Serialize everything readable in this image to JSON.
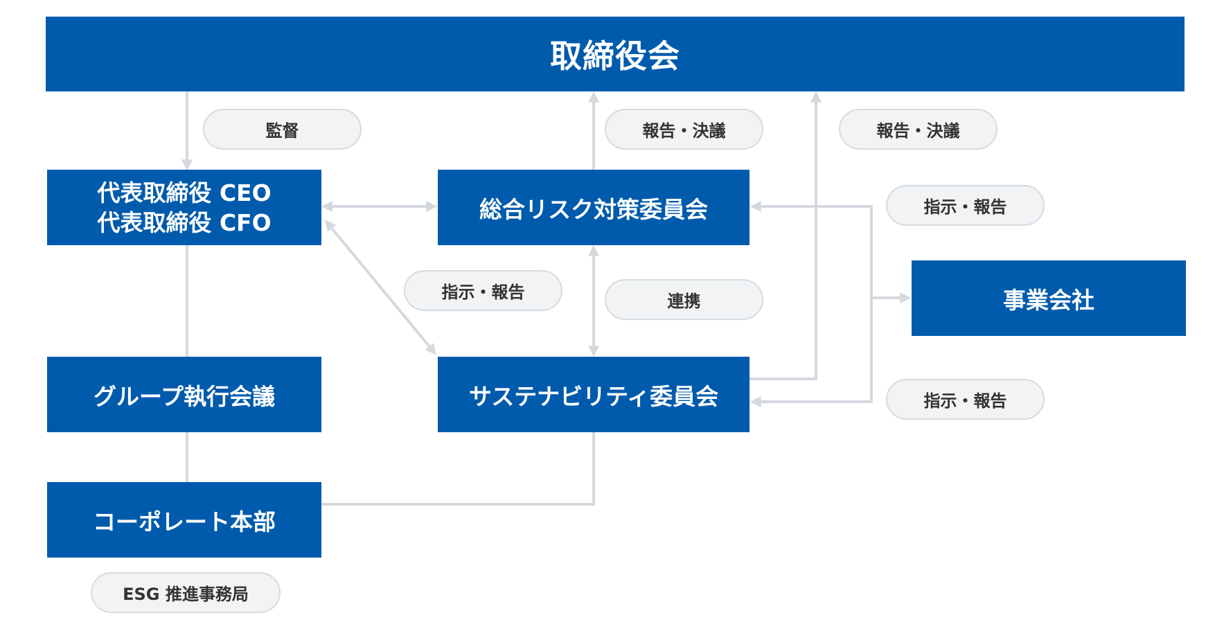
{
  "colors": {
    "box_fill": "#005bac",
    "box_text": "#ffffff",
    "pill_fill": "#f1f3f5",
    "pill_border": "#d5dbe0",
    "pill_text": "#333333",
    "connector": "#d4d9de"
  },
  "nodes": {
    "board": "取締役会",
    "ceo": "代表取締役 CEO\n代表取締役 CFO",
    "risk_committee": "総合リスク対策委員会",
    "sustainability_committee": "サステナビリティ委員会",
    "group_exec_meeting": "グループ執行会議",
    "corporate_hq": "コーポレート本部",
    "business_companies": "事業会社"
  },
  "labels": {
    "supervision": "監督",
    "report_resolution_1": "報告・決議",
    "report_resolution_2": "報告・決議",
    "instruction_report_1": "指示・報告",
    "instruction_report_2": "指示・報告",
    "instruction_report_3": "指示・報告",
    "cooperation": "連携",
    "esg_office": "ESG 推進事務局"
  }
}
